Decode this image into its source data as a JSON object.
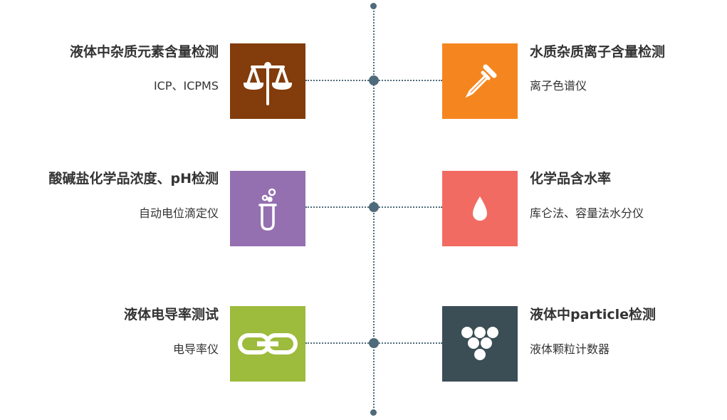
{
  "items": [
    {
      "title": "液体中杂质元素含量检测",
      "subtitle": "ICP、ICPMS",
      "icon": "scale-icon",
      "color": "#833c0b"
    },
    {
      "title": "水质杂质离子含量检测",
      "subtitle": "离子色谱仪",
      "icon": "dropper-icon",
      "color": "#f5861f"
    },
    {
      "title": "酸碱盐化学品浓度、pH检测",
      "subtitle": "自动电位滴定仪",
      "icon": "test-tube-icon",
      "color": "#9470b0"
    },
    {
      "title": "化学品含水率",
      "subtitle": "库仑法、容量法水分仪",
      "icon": "water-drop-icon",
      "color": "#f26b63"
    },
    {
      "title": "液体电导率测试",
      "subtitle": "电导率仪",
      "icon": "chain-link-icon",
      "color": "#9dbb3c"
    },
    {
      "title": "液体中particle检测",
      "subtitle": "液体颗粒计数器",
      "icon": "particles-icon",
      "color": "#3b4d55"
    }
  ]
}
